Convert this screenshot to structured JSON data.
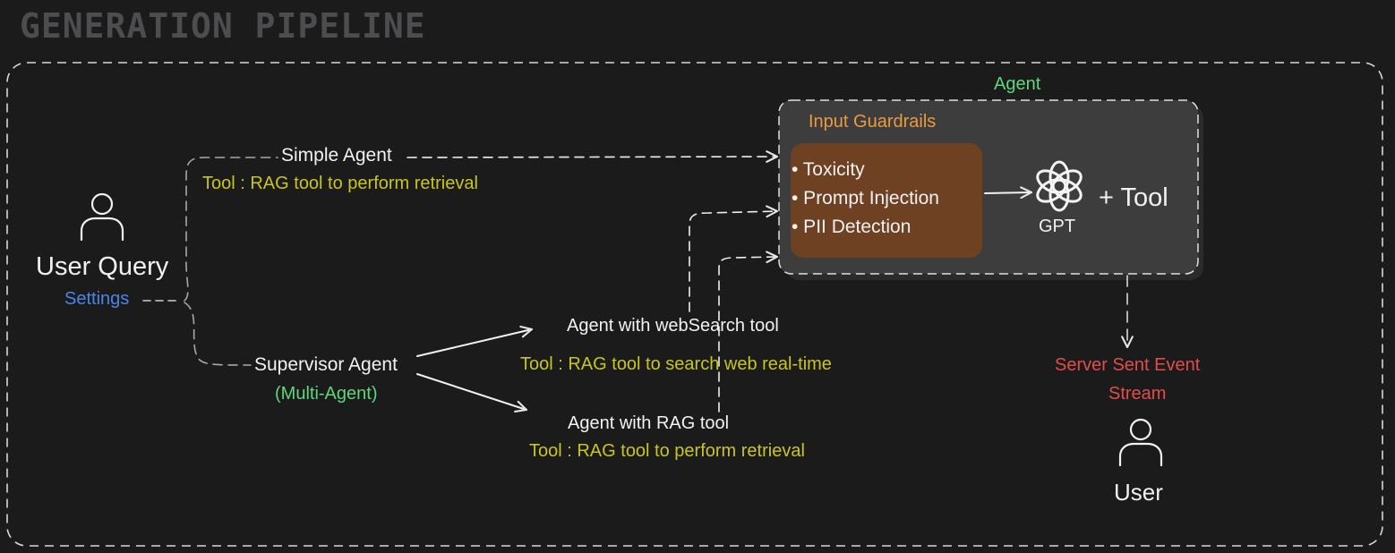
{
  "title": "GENERATION PIPELINE",
  "user_query": {
    "label": "User Query",
    "settings": "Settings"
  },
  "simple_agent": {
    "label": "Simple Agent",
    "tool": "Tool : RAG tool to perform retrieval"
  },
  "supervisor": {
    "label": "Supervisor Agent",
    "sub": "(Multi-Agent)"
  },
  "web_agent": {
    "label": "Agent with webSearch tool",
    "tool": "Tool : RAG tool to search web real-time"
  },
  "rag_agent": {
    "label": "Agent with RAG tool",
    "tool": "Tool : RAG tool to perform retrieval"
  },
  "agent_box": {
    "label": "Agent",
    "guardrails_title": "Input Guardrails",
    "guardrails": [
      "• Toxicity",
      "• Prompt Injection",
      "• PII Detection"
    ],
    "model": "GPT",
    "plus_tool": "+ Tool"
  },
  "output": {
    "sse": "Server Sent Event",
    "stream": "Stream",
    "user": "User"
  },
  "colors": {
    "background": "#1b1b1c",
    "tool_text": "#c9c51f",
    "agent_label": "#5fd67a",
    "settings": "#4a86e8",
    "guardrails_title": "#ec9a3c",
    "guardrails_fill": "#6e4122",
    "agent_box_fill": "#3d3d3e",
    "sse": "#e24c4c"
  },
  "icons": [
    "user-icon",
    "openai-logo-icon"
  ]
}
